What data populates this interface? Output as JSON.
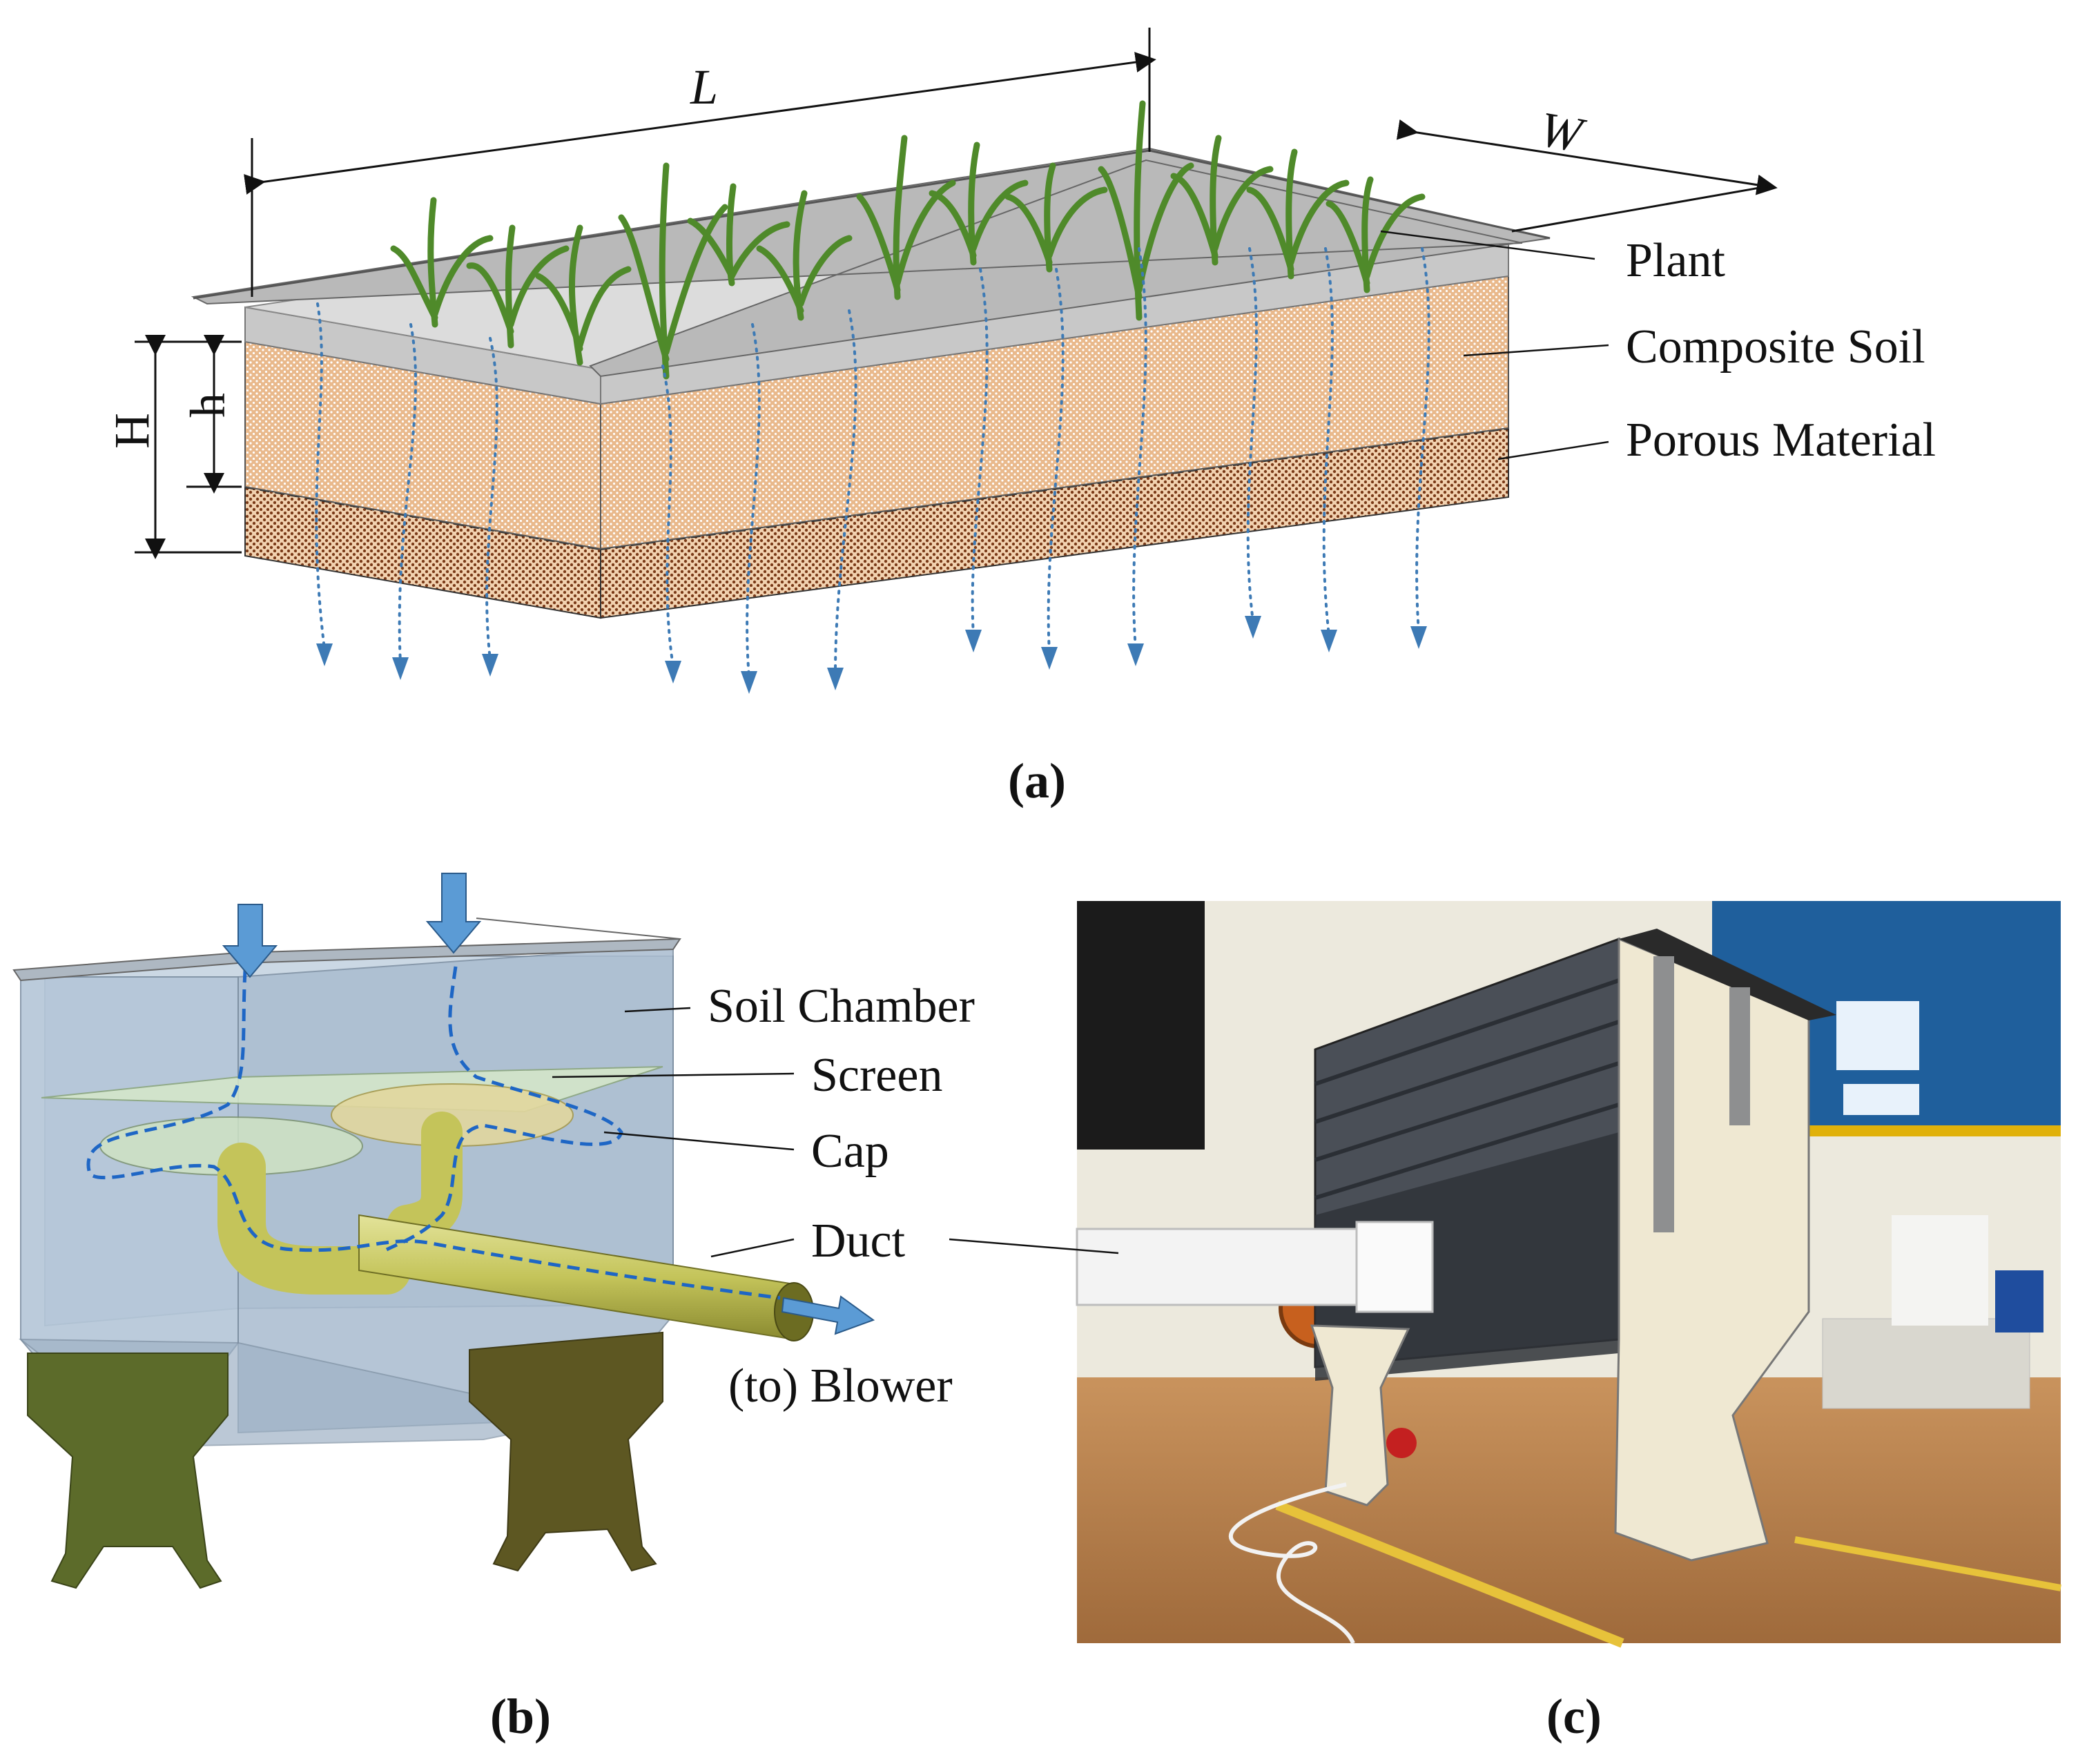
{
  "panel_a": {
    "dim_L": "L",
    "dim_W": "W",
    "dim_H": "H",
    "dim_h": "h",
    "label_plant": "Plant",
    "label_composite_soil": "Composite Soil",
    "label_porous_material": "Porous Material",
    "caption": "(a)"
  },
  "panel_b": {
    "label_soil_chamber": "Soil Chamber",
    "label_screen": "Screen",
    "label_cap": "Cap",
    "label_duct": "Duct",
    "label_blower": "(to) Blower",
    "caption": "(b)"
  },
  "panel_c": {
    "caption": "(c)"
  },
  "colors": {
    "soil": "#e9b98c",
    "soil_dots": "#ffffff",
    "porous": "#f2d2b0",
    "porous_dots": "#7a3a18",
    "plant": "#4f8a2a",
    "flow_arrow": "#3d7ab5",
    "chamber": "#b7c7d8",
    "duct": "#c9c96a",
    "stand": "#5c6b2a"
  }
}
